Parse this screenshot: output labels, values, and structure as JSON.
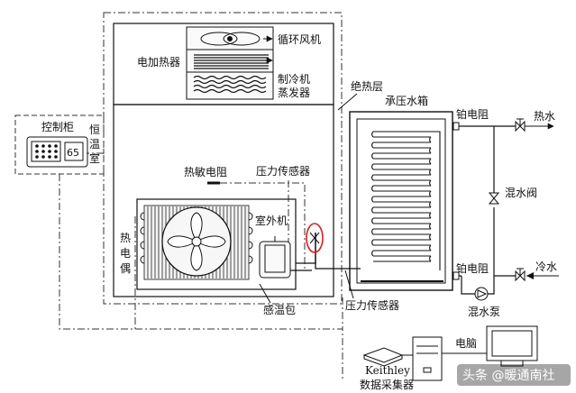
{
  "labels": {
    "circulation_fan": "循环风机",
    "electric_heater": "电加热器",
    "refrigerator_line1": "制冷机",
    "refrigerator_line2": "蒸发器",
    "insulation_layer": "绝热层",
    "pressure_tank": "承压水箱",
    "control_cabinet": "控制柜",
    "chamber_char1": "恒",
    "chamber_char2": "温",
    "chamber_char3": "室",
    "thermistor": "热敏电阻",
    "pressure_sensor_top": "压力传感器",
    "outdoor_unit": "室外机",
    "thermocouple_char1": "热",
    "thermocouple_char2": "电",
    "thermocouple_char3": "偶",
    "temp_bulb": "感温包",
    "pressure_sensor_bottom": "压力传感器",
    "pt_resistor_top": "铂电阻",
    "hot_water": "热水",
    "mixing_valve": "混水阀",
    "pt_resistor_bottom": "铂电阻",
    "cold_water": "冷水",
    "mixing_pump": "混水泵",
    "computer": "电脑",
    "daq_line1": "Keithley",
    "daq_line2": "数据采集器",
    "controller_display": "65",
    "watermark": "头条 @暖通南社"
  }
}
